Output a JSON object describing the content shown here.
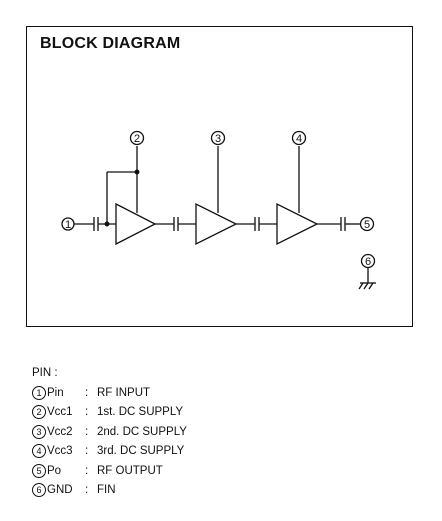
{
  "title": "BLOCK DIAGRAM",
  "diagram": {
    "amplifier_stages": 3,
    "pin_labels": [
      "1",
      "2",
      "3",
      "4",
      "5",
      "6"
    ]
  },
  "legend": {
    "heading": "PIN :",
    "pins": [
      {
        "num": "1",
        "name": "Pin",
        "sep": ":",
        "desc": "RF INPUT"
      },
      {
        "num": "2",
        "name": "Vcc1",
        "sep": ":",
        "desc": "1st. DC SUPPLY"
      },
      {
        "num": "3",
        "name": "Vcc2",
        "sep": ":",
        "desc": "2nd. DC SUPPLY"
      },
      {
        "num": "4",
        "name": "Vcc3",
        "sep": ":",
        "desc": "3rd. DC SUPPLY"
      },
      {
        "num": "5",
        "name": "Po",
        "sep": ":",
        "desc": "RF OUTPUT"
      },
      {
        "num": "6",
        "name": "GND",
        "sep": ":",
        "desc": "FIN"
      }
    ]
  },
  "colors": {
    "ink": "#111111",
    "background": "#ffffff"
  }
}
